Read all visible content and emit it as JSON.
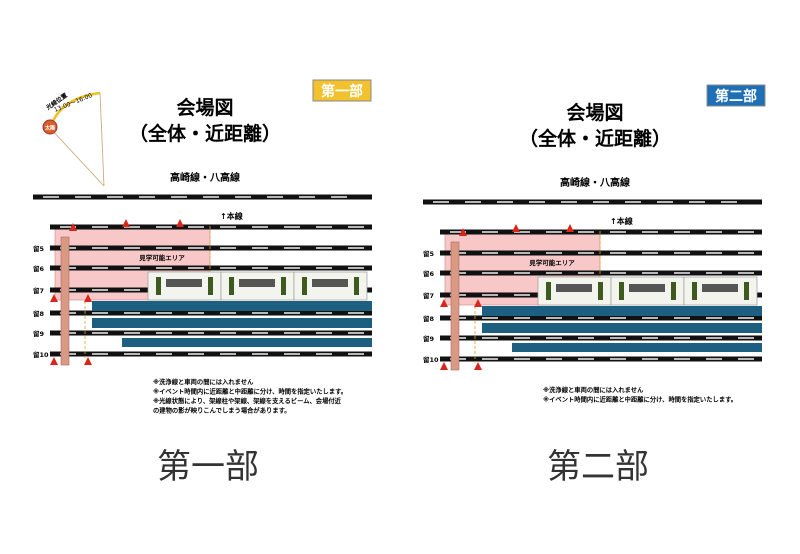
{
  "panels": [
    {
      "badge": "第一部",
      "badge_color": "#f2c12e",
      "title": "会場図",
      "subtitle": "（全体・近距離）",
      "line_name": "高崎線・八高線",
      "main_line": "↑本線",
      "area_label": "見学可能エリア",
      "tracks": [
        "留5",
        "留6",
        "留7",
        "留8",
        "留9",
        "留10"
      ],
      "sun": {
        "label": "太陽",
        "caption_1": "光線位置",
        "caption_2": "13:00〜16:00"
      },
      "notes": [
        "※洗浄線と車両の間には入れません",
        "※イベント時間内に近距離と中距離に分け、時間を指定いたします。",
        "※光線状態により、架線柱や架線、架線を支えるビーム、会場付近",
        "の建物の影が映りこんでしまう場合があります。"
      ],
      "caption": "第一部"
    },
    {
      "badge": "第二部",
      "badge_color": "#1f6fb6",
      "title": "会場図",
      "subtitle": "（全体・近距離）",
      "line_name": "高崎線・八高線",
      "main_line": "↑本線",
      "area_label": "見学可能エリア",
      "tracks": [
        "留5",
        "留6",
        "留7",
        "留8",
        "留9",
        "留10"
      ],
      "notes": [
        "※洗浄線と車両の間には入れません",
        "※イベント時間内に近距離と中距離に分け、時間を指定いたします。"
      ],
      "caption": "第二部"
    }
  ],
  "colors": {
    "area": "#f8c8c8",
    "platform": "#1d5f80",
    "train_door": "#3f5a1e",
    "cone": "#d9261c",
    "pillar": "#d99a84"
  }
}
